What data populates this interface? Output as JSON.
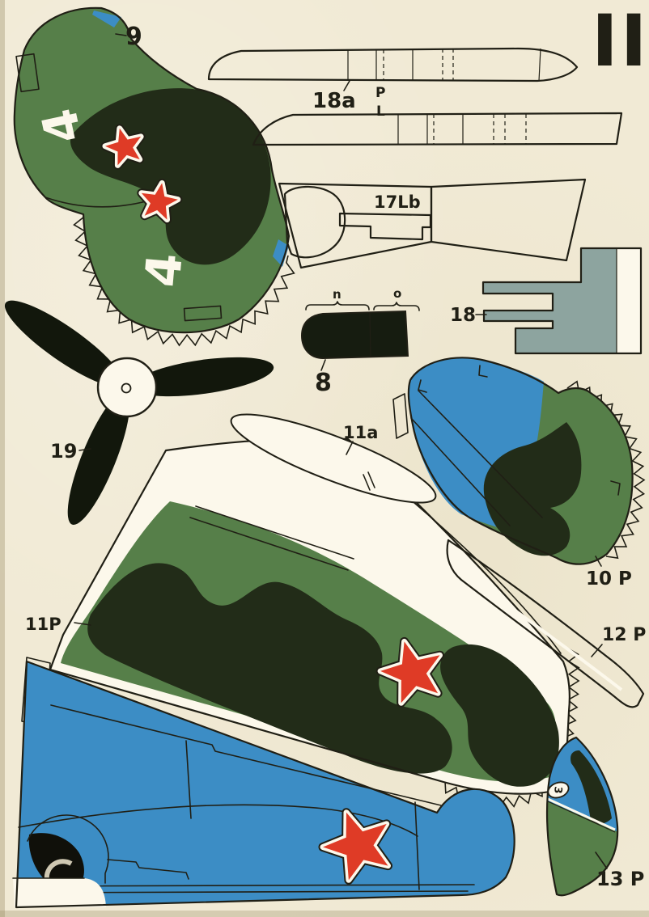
{
  "sheet": {
    "number": "II"
  },
  "palette": {
    "bg": "#f1ead5",
    "paper": "#fcf8eb",
    "green": "#567f49",
    "dark": "#222c18",
    "blue": "#3c8dc5",
    "gray": "#8da49f",
    "red": "#df3b26",
    "ink": "#201f15"
  },
  "labels": {
    "part9": "9",
    "part18a": "18a",
    "strip_top": "P",
    "strip_bottom": "L",
    "part17lb": "17Lb",
    "bracket_left": "n",
    "bracket_right": "o",
    "part8": "8",
    "part18": "18",
    "part19": "19",
    "part11a": "11a",
    "part10p": "10 P",
    "part11p": "11P",
    "part12p": "12 P",
    "part13p": "13 P"
  },
  "markings": {
    "tail_number_upper": "4",
    "tail_number_lower": "4",
    "hub_cover_number": "3"
  }
}
